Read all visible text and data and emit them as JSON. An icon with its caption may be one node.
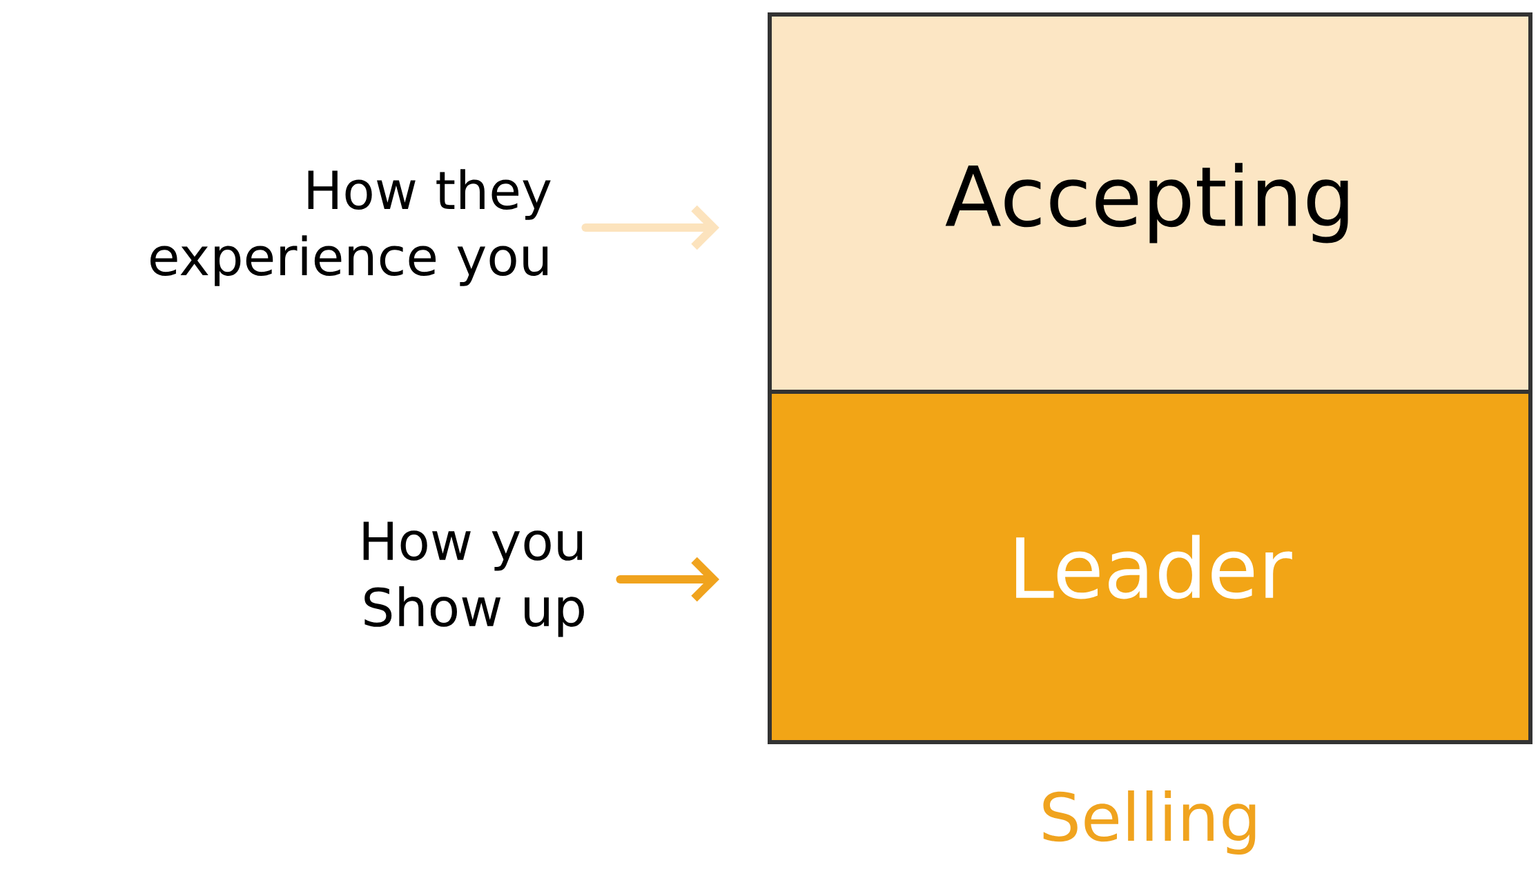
{
  "diagram": {
    "nodes": [
      {
        "text": [
          "How they experience you"
        ]
      },
      {
        "text": [
          "Accepting"
        ]
      },
      {
        "text": [
          "How you Show up"
        ]
      },
      {
        "text": [
          "Leader"
        ],
        "beside": [
          "Selling"
        ]
      }
    ],
    "edges": [
      {
        "from": 0,
        "to": 1,
        "arrow": "to",
        "color": "#fce3bd"
      },
      {
        "from": 2,
        "to": 3,
        "arrow": "to",
        "color": "#f0a31e"
      }
    ]
  }
}
